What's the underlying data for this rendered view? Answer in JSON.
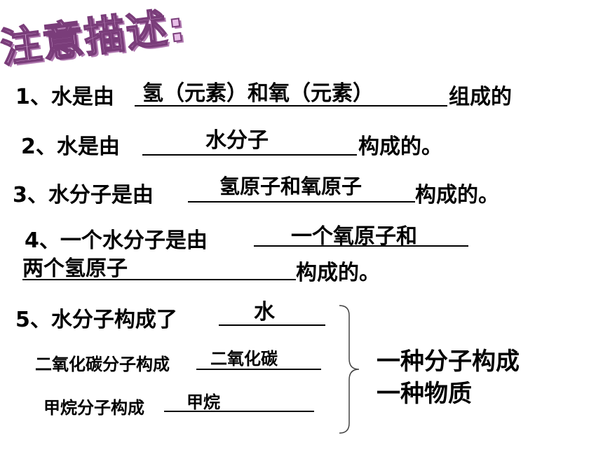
{
  "title": "注意描述:",
  "q1": {
    "prefix": "1、水是由",
    "answer": "氢（元素）和氧（元素）",
    "suffix": "组成的"
  },
  "q2": {
    "prefix": "2、水是由",
    "answer": "水分子",
    "suffix": "构成的。"
  },
  "q3": {
    "prefix": "3、水分子是由",
    "answer": "氢原子和氧原子",
    "suffix": "构成的。"
  },
  "q4": {
    "prefix": "4、一个水分子是由",
    "answer_line1": "一个氧原子和",
    "answer_line2": "两个氢原子",
    "suffix": "构成的。"
  },
  "q5": {
    "prefix": "5、水分子构成了",
    "answer": "水"
  },
  "q6": {
    "prefix": "二氧化碳分子构成",
    "answer": "二氧化碳"
  },
  "q7": {
    "prefix": "甲烷分子构成",
    "answer": "甲烷"
  },
  "conclusion": {
    "line1": "一种分子构成",
    "line2": "一种物质"
  }
}
